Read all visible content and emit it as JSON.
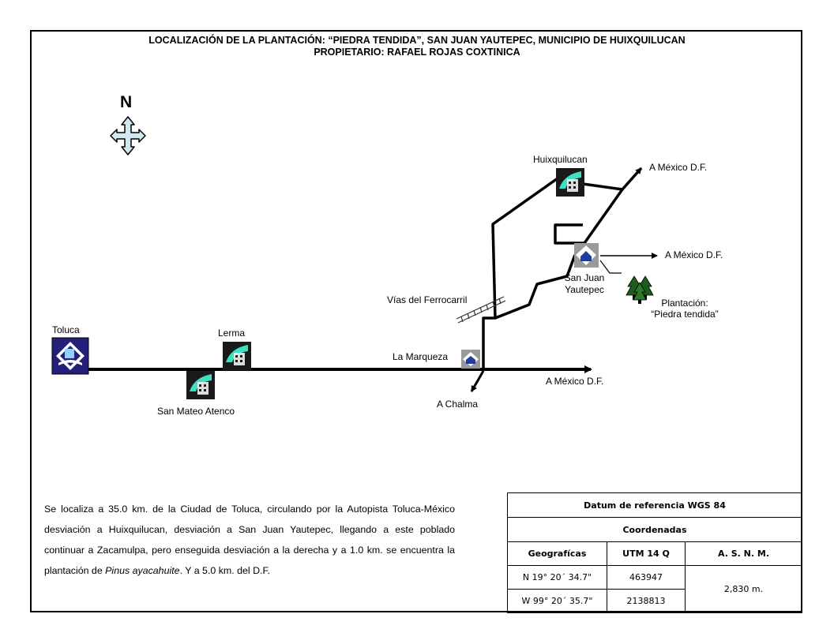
{
  "header": {
    "line1": "LOCALIZACIÓN DE LA PLANTACIÓN: “PIEDRA TENDIDA”, SAN JUAN YAUTEPEC, MUNICIPIO DE HUIXQUILUCAN",
    "line2": "PROPIETARIO: RAFAEL ROJAS COXTINICA"
  },
  "compass": {
    "label": "N",
    "icon": "four-way-arrow-icon"
  },
  "places": {
    "toluca": "Toluca",
    "lerma": "Lerma",
    "san_mateo": "San Mateo Atenco",
    "la_marqueza": "La Marqueza",
    "huixquilucan": "Huixquilucan",
    "san_juan_1": "San Juan",
    "san_juan_2": "Yautepec",
    "railway": "Vías del Ferrocarril",
    "plantation_1": "Plantación:",
    "plantation_2": "“Piedra tendida”",
    "to_chalma": "A Chalma"
  },
  "directions": {
    "mexico_highway": "A México D.F.",
    "mexico_top": "A México D.F.",
    "mexico_middle": "A México D.F."
  },
  "description": {
    "text_before_italic": "Se localiza a 35.0 km. de la Ciudad de Toluca, circulando por la Autopista Toluca-México desviación a Huixquilucan, desviación a San Juan Yautepec, llegando a este poblado continuar a Zacamulpa, pero enseguida desviación a la derecha y a 1.0 km. se encuentra la plantación de ",
    "italic": "Pinus ayacahuite",
    "text_after_italic": ".  Y a 5.0 km. del D.F."
  },
  "coordinates_table": {
    "datum": "Datum de referencia WGS 84",
    "subtitle": "Coordenadas",
    "headers": [
      "Geografícas",
      "UTM 14 Q",
      "A. S. N. M."
    ],
    "rows": [
      [
        "N 19° 20´ 34.7\"",
        "463947"
      ],
      [
        "W 99° 20´ 35.7\"",
        "2138813"
      ]
    ],
    "altitude": "2,830 m."
  },
  "colors": {
    "city_icon_bg": "#1a1a1a",
    "city_icon_accent": "#3fe0c0",
    "toluca_icon_bg": "#24207a",
    "tree": "#1d5c1d",
    "compass_fill": "#cfe9ee"
  }
}
